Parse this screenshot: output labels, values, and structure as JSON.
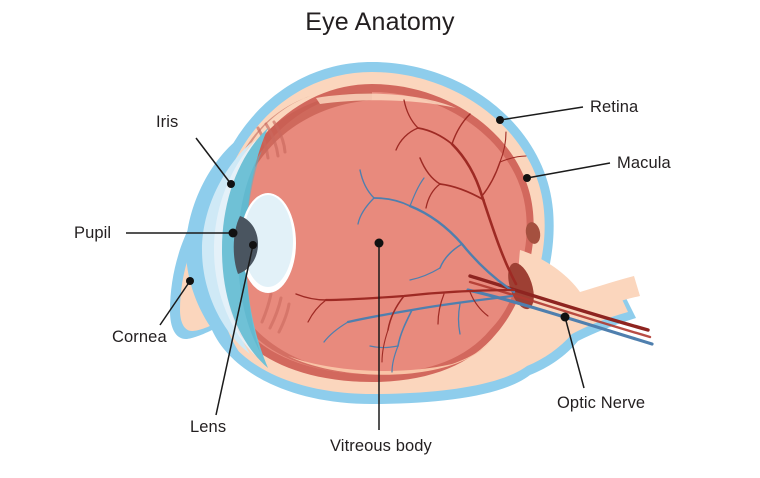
{
  "title": "Eye Anatomy",
  "diagram": {
    "kind": "anatomical-illustration",
    "subject": "human-eye-cross-section"
  },
  "labels": {
    "iris": "Iris",
    "pupil": "Pupil",
    "cornea": "Cornea",
    "lens": "Lens",
    "vitreous_body": "Vitreous body",
    "retina": "Retina",
    "macula": "Macula",
    "optic_nerve": "Optic Nerve"
  },
  "colors": {
    "background": "#ffffff",
    "text": "#231f20",
    "leader_line": "#1b1b1b",
    "cornea_outer": "#8ecdec",
    "cornea_inner": "#cfe9f6",
    "iris": "#6fc1d6",
    "pupil": "#4a5560",
    "lens": "#e2f1f8",
    "sclera_blue": "#8ecdec",
    "sclera_peach": "#fbd6bd",
    "choroid_red": "#e0796e",
    "vitreous": "#e88a7d",
    "vitreous_shadow": "#c75d52",
    "highlight_peach": "#f9c3a6",
    "artery_red": "#9e2a24",
    "vein_blue": "#4f7fae",
    "optic_disc": "#9e4034",
    "macula_spot": "#a5503f"
  },
  "structures": [
    {
      "name": "cornea",
      "description": "transparent front dome, light blue arcs"
    },
    {
      "name": "iris",
      "description": "teal wedge behind cornea"
    },
    {
      "name": "pupil",
      "description": "dark slate opening at iris center"
    },
    {
      "name": "lens",
      "description": "pale oval behind pupil"
    },
    {
      "name": "vitreous-body",
      "description": "large salmon interior of globe"
    },
    {
      "name": "retina",
      "description": "peach inner lining layer"
    },
    {
      "name": "macula",
      "description": "small dark spot on posterior retina"
    },
    {
      "name": "optic-nerve",
      "description": "nerve bundle exiting posteriorly with artery and vein"
    }
  ]
}
